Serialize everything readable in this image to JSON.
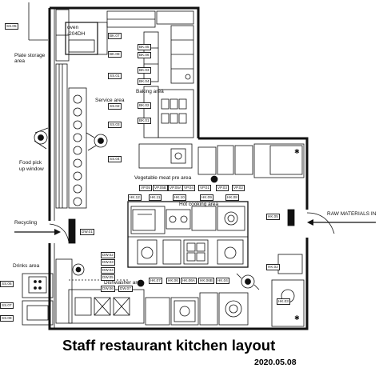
{
  "title": "Staff restaurant kitchen layout",
  "date": "2020.05.08",
  "oven": {
    "line1": "oven",
    "line2": "-204DH"
  },
  "areas": {
    "plate_storage": {
      "line1": "Plate storage",
      "line2": "area"
    },
    "service": "Service area",
    "food_pickup": {
      "line1": "Food pick",
      "line2": "up window"
    },
    "baking": "Baking area",
    "vegetable_meat_prep": "Vegetable meat pre area",
    "hot_cooking": "Hot cooking area",
    "dishwasher": "Dishwasher area",
    "drinks": "Drinks area",
    "recycling": "Recycling",
    "raw_materials_in": "RAW MATERIALS IN"
  },
  "tags": {
    "ss05_top": "SS.05",
    "bk07": "BK.07",
    "bk08": "BK.08",
    "bk05": "BK.05",
    "bk06": "BK.06",
    "bk03": "BK.03",
    "bk04": "BK.04",
    "bk02": "BK.02",
    "bk01": "BK.01",
    "ss01": "SS.01",
    "ss02": "SS.02",
    "ss03": "SS.03",
    "ss04": "SS.04",
    "vp01": "VP.01",
    "vp02": "VP.02",
    "vp03": "VP.03",
    "vp04": "VP.04",
    "vp05": "VP.05",
    "vp05b": "VP.05B",
    "vp05a": "VP.05A",
    "hk12": "HK.12",
    "hk11": "HK.11",
    "hk10": "HK.10",
    "hk09": "HK.09",
    "hk08": "HK.08",
    "hk05": "HK.05",
    "hk02": "HK.02",
    "hk07": "HK.07",
    "hk06": "HK.06",
    "hk06a": "HK.06A",
    "hk06b": "HK.06B",
    "hk04": "HK.04",
    "hk03": "HK.03",
    "dw01": "DW.01",
    "dw02": "DW.02",
    "dw03": "DW.03",
    "dw04": "DW.04",
    "dw05": "DW.05",
    "dw06": "DW.06",
    "dw07": "DW.07",
    "ss06": "SS.06",
    "ss07": "SS.07",
    "ss08": "SS.08"
  }
}
